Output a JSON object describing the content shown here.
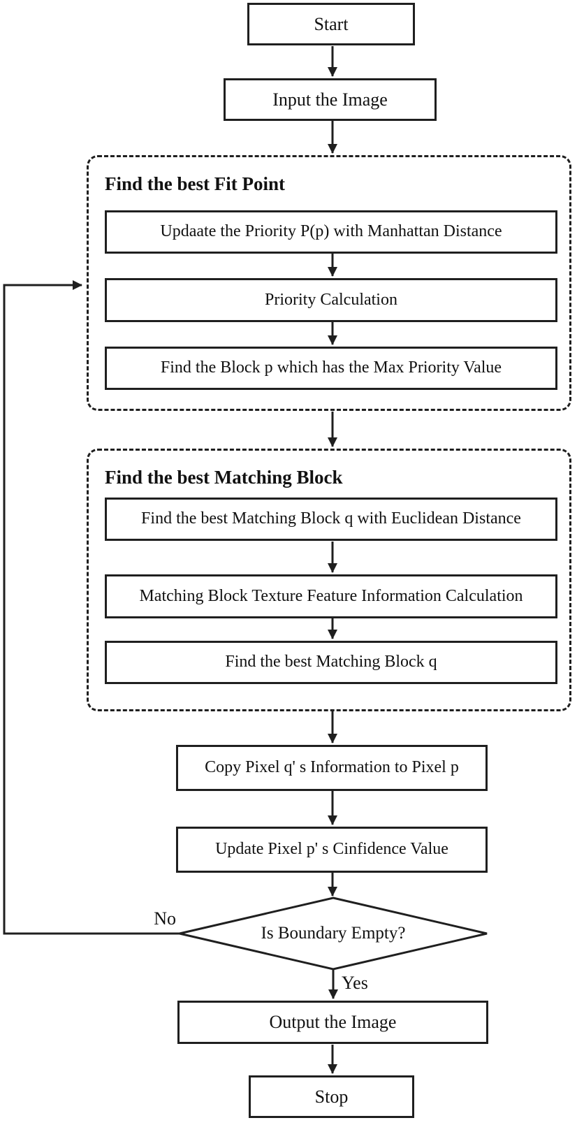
{
  "flowchart": {
    "nodes": {
      "start": "Start",
      "input": "Input the Image",
      "copy_pixel": "Copy Pixel q' s Information to Pixel p",
      "update_confidence": "Update Pixel p' s Cinfidence Value",
      "decision": "Is Boundary Empty?",
      "output": "Output the Image",
      "stop": "Stop"
    },
    "group1": {
      "title": "Find the best Fit Point",
      "step1": "Updaate the Priority P(p) with Manhattan Distance",
      "step2": "Priority Calculation",
      "step3": "Find the Block p which has the Max Priority Value"
    },
    "group2": {
      "title": "Find the best Matching Block",
      "step1": "Find the best Matching Block q with Euclidean Distance",
      "step2": "Matching Block Texture Feature Information Calculation",
      "step3": "Find the best Matching Block q"
    },
    "edge_labels": {
      "no": "No",
      "yes": "Yes"
    },
    "colors": {
      "line": "#1f1f1f",
      "background": "#ffffff"
    }
  }
}
